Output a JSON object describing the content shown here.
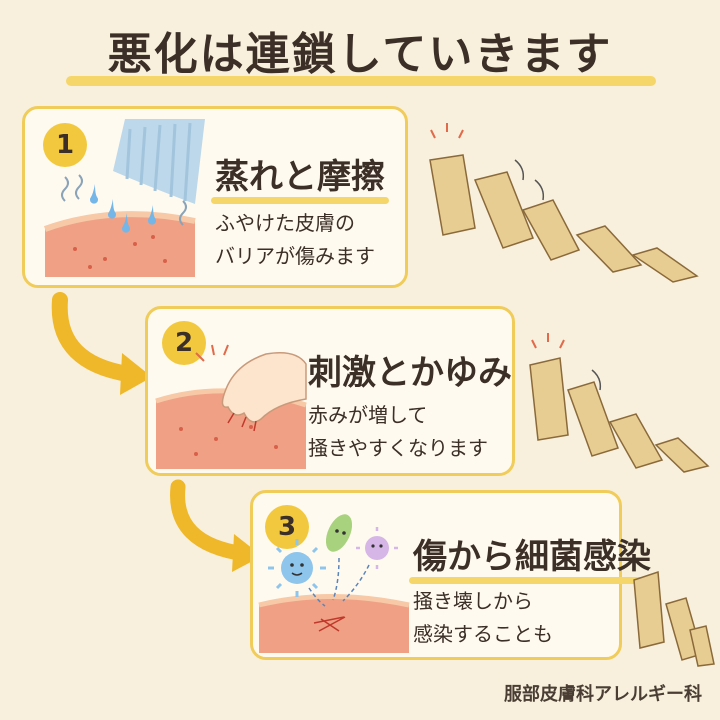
{
  "title": "悪化は連鎖していきます",
  "steps": [
    {
      "number": "1",
      "heading": "蒸れと摩擦",
      "desc_line1": "ふやけた皮膚の",
      "desc_line2": "バリアが傷みます"
    },
    {
      "number": "2",
      "heading": "刺激とかゆみ",
      "desc_line1": "赤みが増して",
      "desc_line2": "掻きやすくなります"
    },
    {
      "number": "3",
      "heading": "傷から細菌感染",
      "desc_line1": "掻き壊しから",
      "desc_line2": "感染することも"
    }
  ],
  "footer": "服部皮膚科アレルギー科",
  "colors": {
    "accent": "#f2c93e",
    "card_border": "#f0cc5a",
    "background": "#f8f0dc",
    "skin": "#f09a7e"
  }
}
